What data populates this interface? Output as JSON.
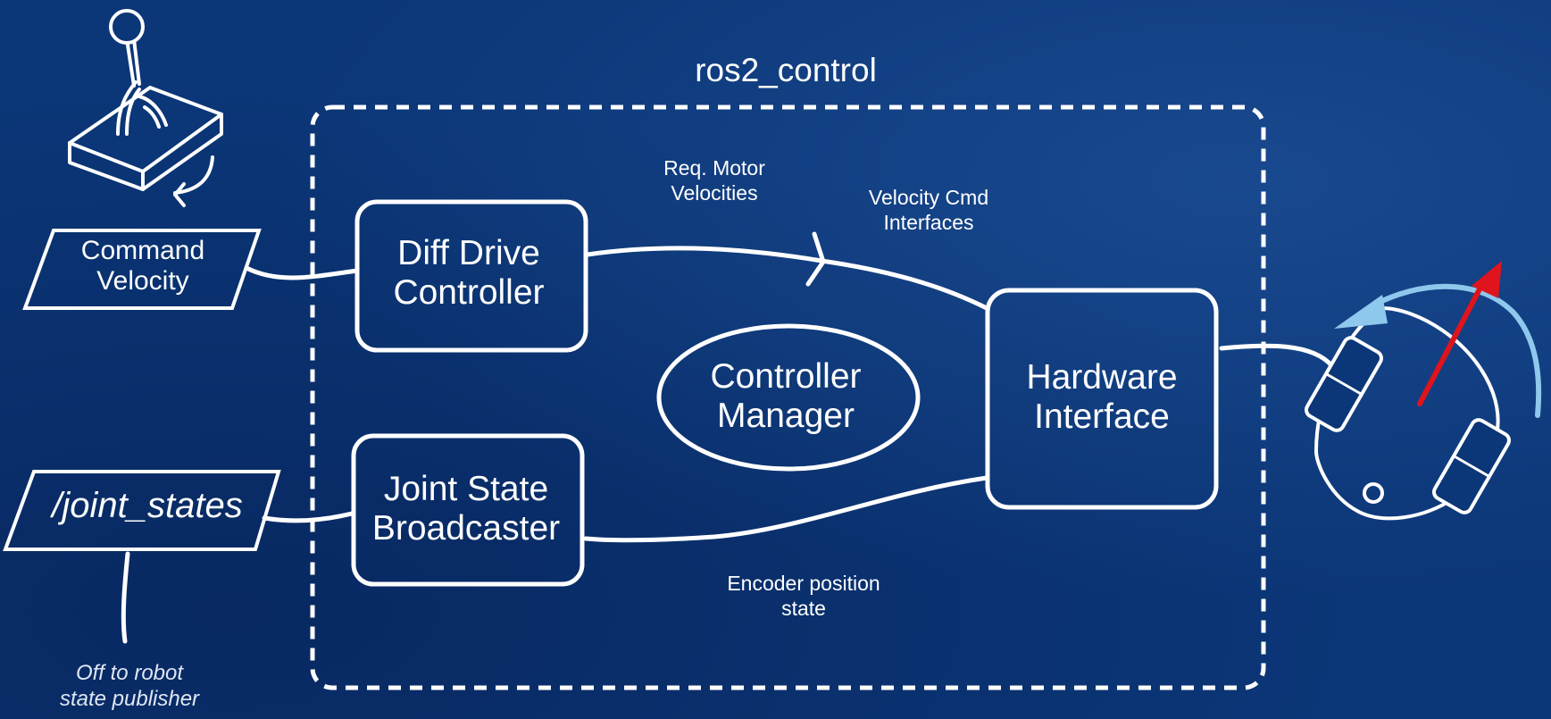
{
  "diagram": {
    "title": "ros2_control",
    "nodes": {
      "command_velocity": [
        "Command",
        "Velocity"
      ],
      "joint_states": "/joint_states",
      "off_to_robot": [
        "Off to robot",
        "state publisher"
      ],
      "diff_drive": [
        "Diff Drive",
        "Controller"
      ],
      "joint_state_broadcaster": [
        "Joint State",
        "Broadcaster"
      ],
      "controller_manager": [
        "Controller",
        "Manager"
      ],
      "hardware_interface": [
        "Hardware",
        "Interface"
      ]
    },
    "edge_labels": {
      "req_motor": [
        "Req. Motor",
        "Velocities"
      ],
      "velocity_cmd": [
        "Velocity Cmd",
        "Interfaces"
      ],
      "encoder": [
        "Encoder position",
        "state"
      ]
    },
    "icons": [
      "joystick-icon",
      "robot-base-icon"
    ],
    "colors": {
      "background": "#0b3677",
      "foreground": "#ffffff",
      "rotation_arrow": "#8ec8ec",
      "heading_arrow": "#e0141c"
    }
  }
}
